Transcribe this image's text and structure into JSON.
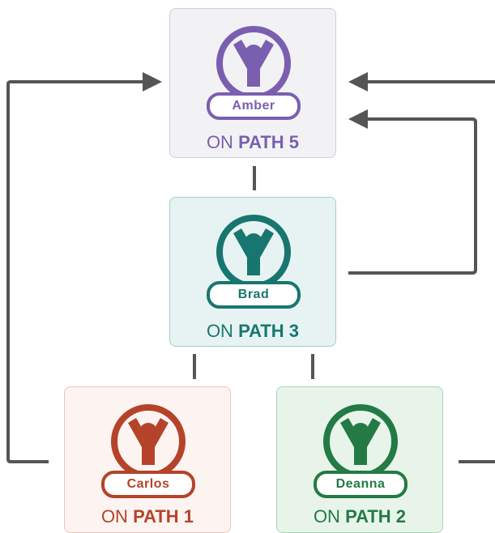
{
  "people": [
    {
      "name": "Amber",
      "on": "ON",
      "path": "PATH 5",
      "color": "#7a5fb0",
      "bg": "#f2f2f5",
      "border": "#cfcbe0"
    },
    {
      "name": "Brad",
      "on": "ON",
      "path": "PATH 3",
      "color": "#17766f",
      "bg": "#e7f3f2",
      "border": "#9fcfca"
    },
    {
      "name": "Carlos",
      "on": "ON",
      "path": "PATH 1",
      "color": "#b5432a",
      "bg": "#fdf4f2",
      "border": "#efc4b9"
    },
    {
      "name": "Deanna",
      "on": "ON",
      "path": "PATH 2",
      "color": "#237a45",
      "bg": "#e8f4ea",
      "border": "#a9d3b4"
    }
  ],
  "connector_color": "#555555"
}
